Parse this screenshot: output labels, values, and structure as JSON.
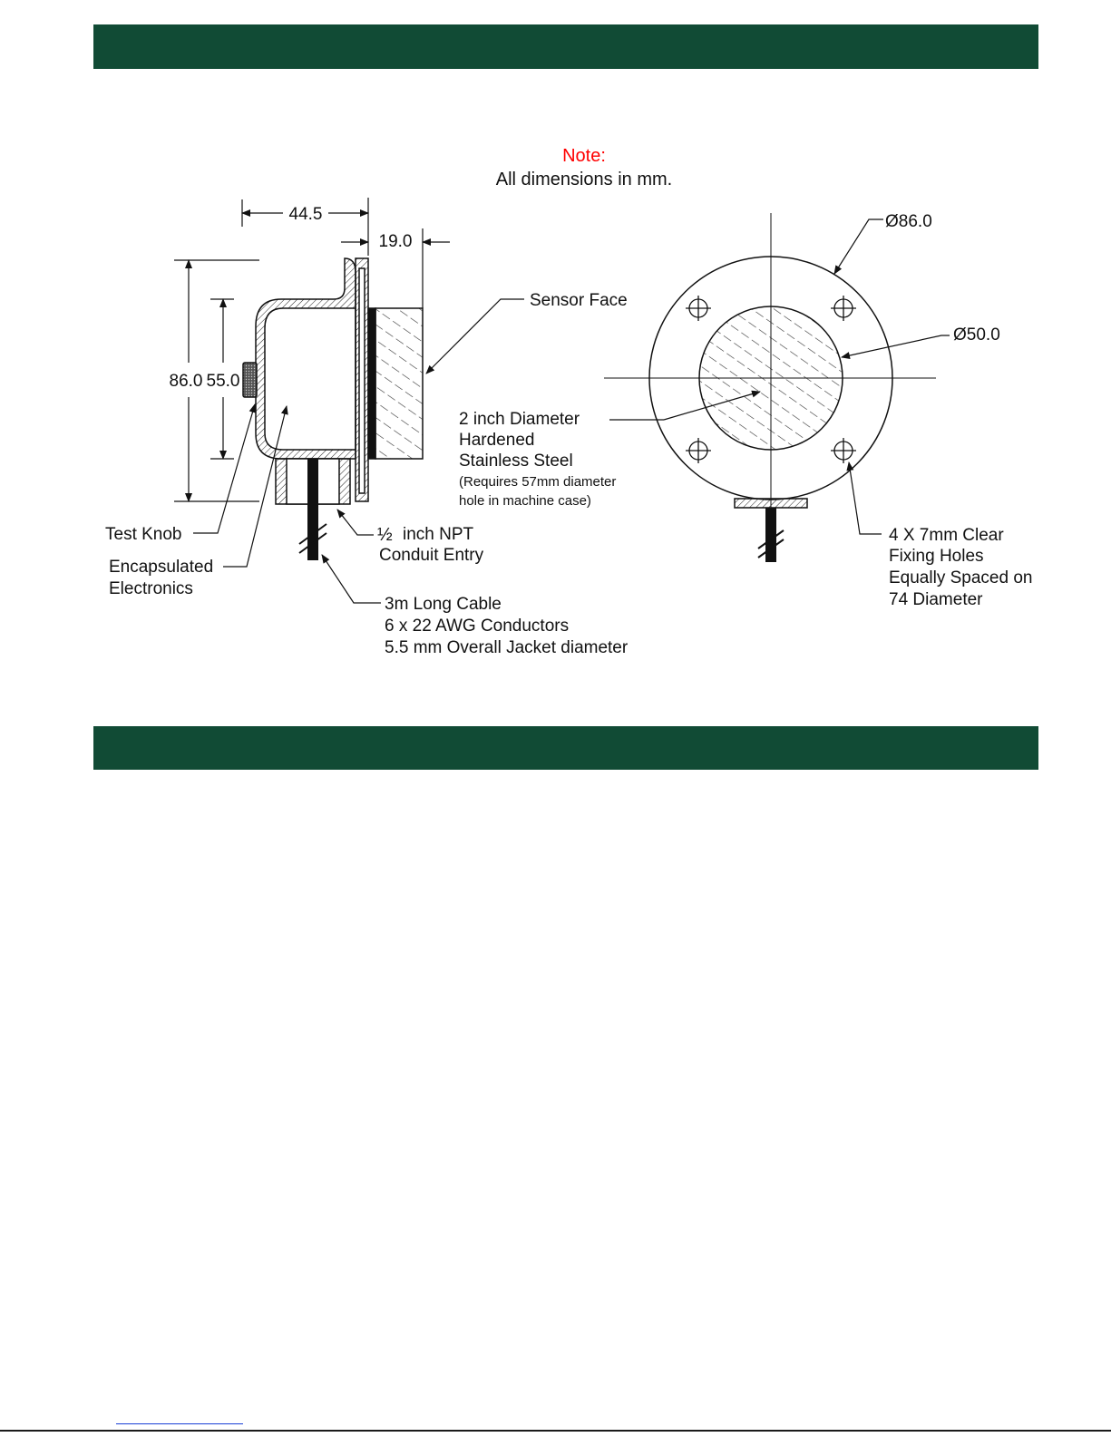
{
  "note": {
    "title": "Note:",
    "text": "All dimensions in mm.",
    "title_color": "#ff0000"
  },
  "header_color": "#114b35",
  "dimensions": {
    "depth": "44.5",
    "face": "19.0",
    "height": "86.0",
    "body": "55.0",
    "outer_dia": "Ø86.0",
    "face_dia": "Ø50.0"
  },
  "labels": {
    "sensor_face": "Sensor Face",
    "steel": [
      "2 inch Diameter",
      "Hardened",
      "Stainless Steel"
    ],
    "steel_note": [
      "(Requires 57mm diameter",
      "hole in machine case)"
    ],
    "test_knob": "Test Knob",
    "electronics": [
      "Encapsulated",
      "Electronics"
    ],
    "conduit_frac": "½",
    "conduit": [
      "inch NPT",
      "Conduit Entry"
    ],
    "cable": [
      "3m Long Cable",
      "6 x 22 AWG Conductors",
      "5.5 mm Overall Jacket diameter"
    ],
    "holes": [
      "4 X 7mm Clear",
      "Fixing Holes",
      "Equally Spaced on",
      "74 Diameter"
    ]
  }
}
